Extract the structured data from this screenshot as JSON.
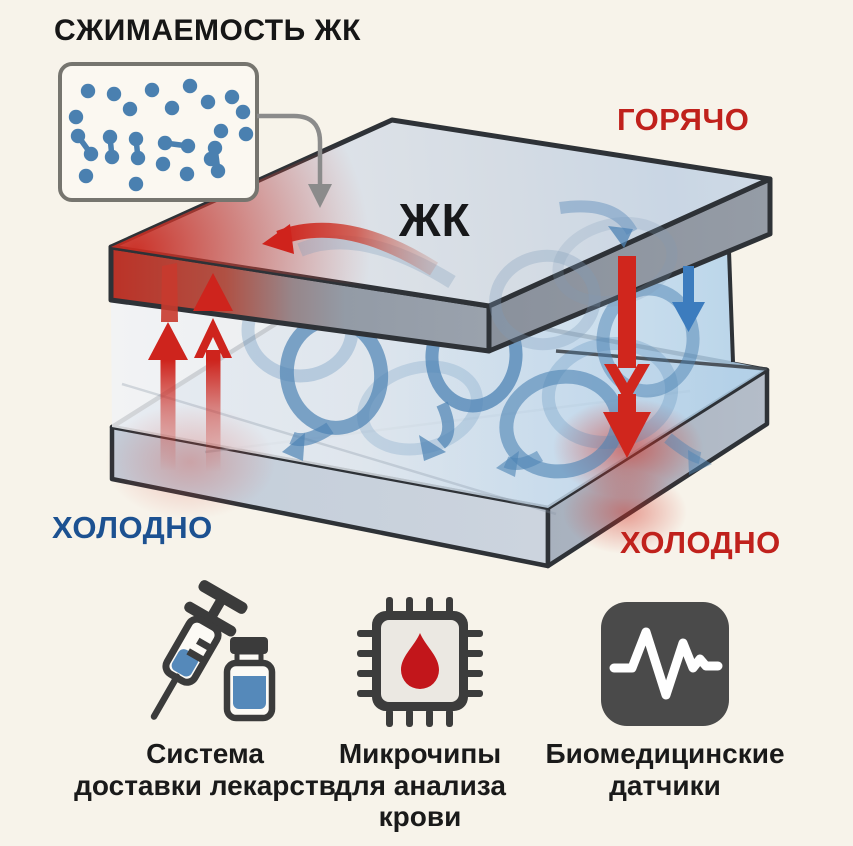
{
  "title": "СЖИМАЕМОСТЬ ЖК",
  "diagram": {
    "lc_label": "ЖК",
    "hot_label": "ГОРЯЧО",
    "cold_left_label": "ХОЛОДНО",
    "cold_right_label": "ХОЛОДНО",
    "inset_icon": "molecule-dots-icon",
    "colors": {
      "background": "#f7f3ea",
      "hot_red": "#c0211c",
      "cold_blue": "#1c5191",
      "arrow_red": "#cf231c",
      "arrow_blue": "#3c7cbe",
      "swirl_blue": "#4d83b4",
      "molecule_blue": "#4a80b0",
      "plate_outline": "#2e3237"
    }
  },
  "features": [
    {
      "icon": "syringe-vial-icon",
      "lines": [
        "Система",
        "доставки лекарств",
        ""
      ]
    },
    {
      "icon": "microchip-blood-drop-icon",
      "lines": [
        "Микрочипы",
        "для анализа",
        "крови"
      ]
    },
    {
      "icon": "pulse-sensor-icon",
      "lines": [
        "Биомедицинские",
        "датчики",
        ""
      ]
    }
  ]
}
